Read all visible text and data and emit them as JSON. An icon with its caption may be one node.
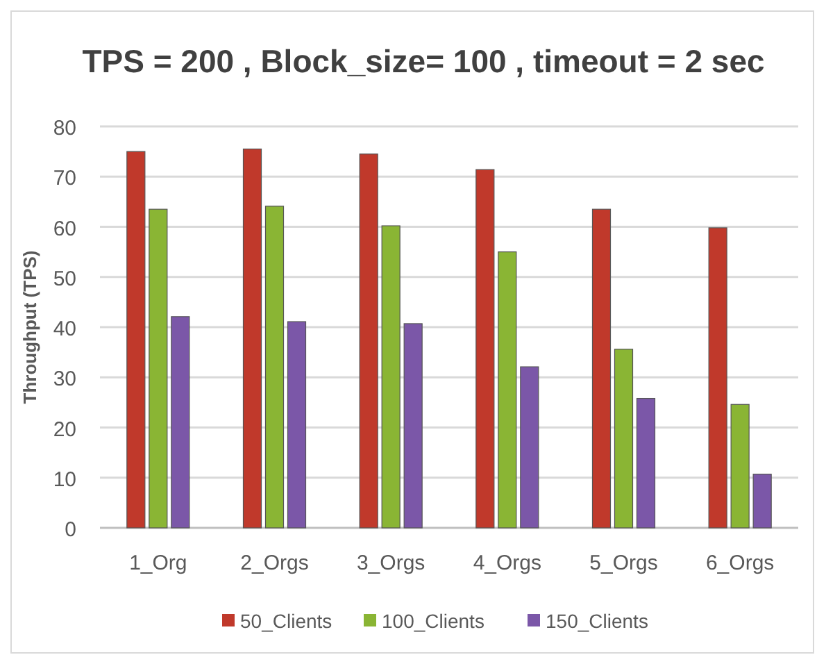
{
  "diagram": {
    "chart_data": {
      "type": "bar",
      "title": "TPS = 200 , Block_size= 100 , timeout = 2 sec",
      "ylabel": "Throughput (TPS)",
      "categories": [
        "1_Org",
        "2_Orgs",
        "3_Orgs",
        "4_Orgs",
        "5_Orgs",
        "6_Orgs"
      ],
      "series": [
        {
          "name": "50_Clients",
          "color": "#c0392b",
          "values": [
            75.0,
            75.5,
            74.5,
            71.4,
            63.5,
            59.8
          ]
        },
        {
          "name": "100_Clients",
          "color": "#8ab534",
          "values": [
            63.5,
            64.1,
            60.2,
            55.0,
            35.6,
            24.6
          ]
        },
        {
          "name": "150_Clients",
          "color": "#7b57a8",
          "values": [
            42.1,
            41.1,
            40.7,
            32.1,
            25.8,
            10.7
          ]
        }
      ],
      "grid": true,
      "legend": "bottom",
      "ylim": [
        0,
        80
      ],
      "yticks": [
        0,
        10,
        20,
        30,
        40,
        50,
        60,
        70,
        80
      ]
    }
  }
}
